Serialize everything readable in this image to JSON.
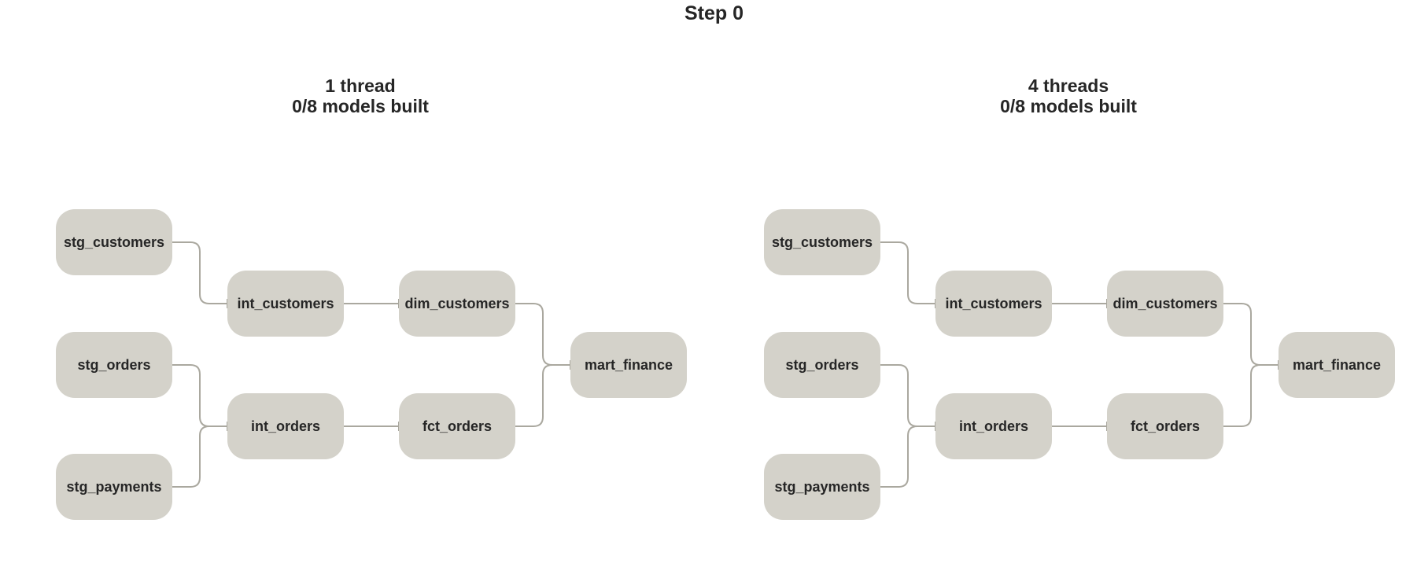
{
  "title": "Step 0",
  "panels": [
    {
      "id": "left",
      "threads_label": "1 thread",
      "progress_label": "0/8 models built",
      "nodes": {
        "stg_customers": "stg_customers",
        "stg_orders": "stg_orders",
        "stg_payments": "stg_payments",
        "int_customers": "int_customers",
        "int_orders": "int_orders",
        "dim_customers": "dim_customers",
        "fct_orders": "fct_orders",
        "mart_finance": "mart_finance"
      }
    },
    {
      "id": "right",
      "threads_label": "4 threads",
      "progress_label": "0/8 models built",
      "nodes": {
        "stg_customers": "stg_customers",
        "stg_orders": "stg_orders",
        "stg_payments": "stg_payments",
        "int_customers": "int_customers",
        "int_orders": "int_orders",
        "dim_customers": "dim_customers",
        "fct_orders": "fct_orders",
        "mart_finance": "mart_finance"
      }
    }
  ],
  "edges": [
    [
      "stg_customers",
      "int_customers"
    ],
    [
      "stg_orders",
      "int_orders"
    ],
    [
      "stg_payments",
      "int_orders"
    ],
    [
      "int_customers",
      "dim_customers"
    ],
    [
      "int_orders",
      "fct_orders"
    ],
    [
      "dim_customers",
      "mart_finance"
    ],
    [
      "fct_orders",
      "mart_finance"
    ]
  ],
  "colors": {
    "node_fill": "#d4d2ca",
    "edge_stroke": "#aaa89f",
    "text": "#262626"
  }
}
